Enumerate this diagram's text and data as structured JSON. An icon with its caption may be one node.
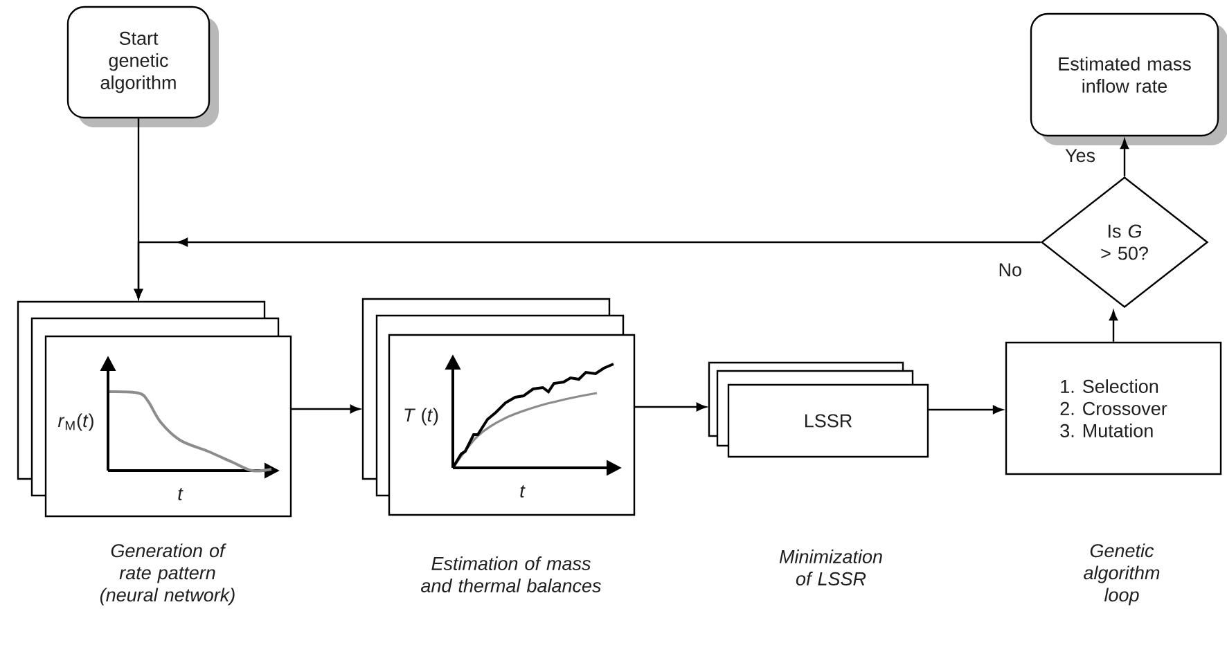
{
  "diagram": {
    "nodes": [
      {
        "text": [
          "Start genetic algorithm"
        ]
      },
      {
        "text": [
          "*r*$_{M}$(*t*)",
          "t"
        ],
        "beside": [
          "Generation of rate pattern (neural network)"
        ]
      },
      {
        "text": [
          "*T* (*t*)",
          "t"
        ],
        "beside": [
          "Estimation of mass and thermal balances"
        ]
      },
      {
        "text": [
          "LSSR"
        ]
      },
      {
        "text": [
          "1. Selection",
          "2. Crossover",
          "3. Mutation"
        ],
        "beside": [
          "Genetic algorithm loop"
        ]
      },
      {
        "text": [
          "Is *G* > 50?"
        ]
      },
      {
        "text": [
          "Estimated mass inflow rate"
        ]
      }
    ],
    "edges": [
      {
        "from": 0,
        "to": 1,
        "arrow": "to"
      },
      {
        "from": 1,
        "to": 2,
        "arrow": "to"
      },
      {
        "from": 2,
        "to": 3,
        "arrow": "to"
      },
      {
        "from": 3,
        "to": 4,
        "arrow": "to"
      },
      {
        "from": 4,
        "to": 5,
        "arrow": "to"
      },
      {
        "from": 5,
        "to": 6,
        "arrow": "to",
        "label": "Yes"
      },
      {
        "from": 5,
        "to": 1,
        "arrow": "to",
        "label": "No"
      }
    ],
    "labels": [
      "Minimization of LSSR"
    ]
  }
}
